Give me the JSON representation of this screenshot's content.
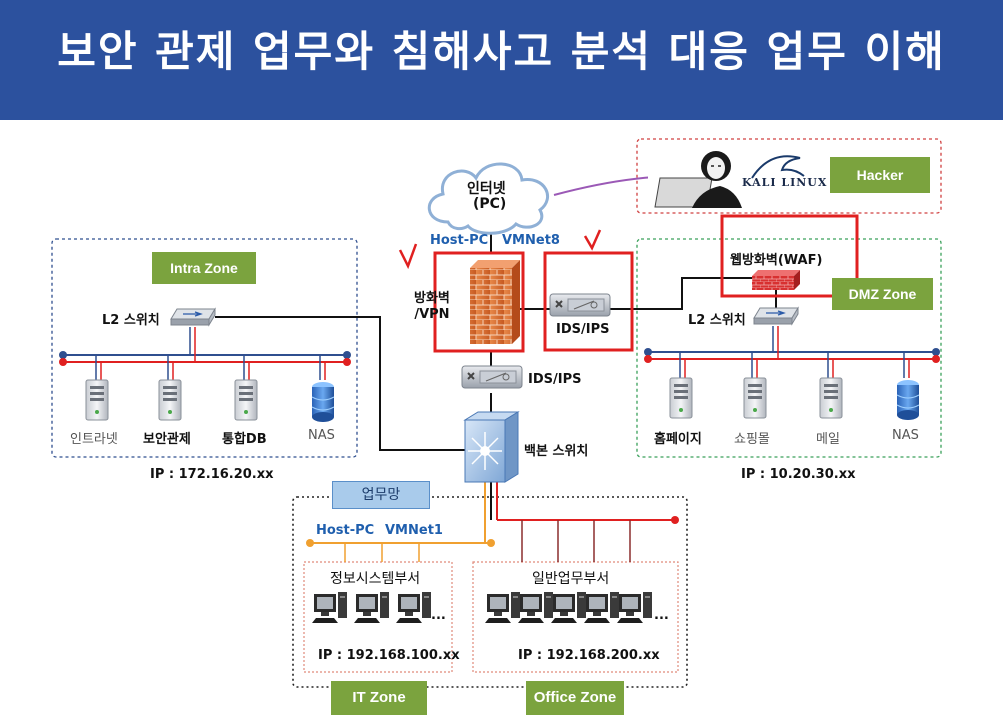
{
  "header": {
    "title": "보안 관제 업무와 침해사고 분석 대응 업무 이해"
  },
  "internet": {
    "line1": "인터넷",
    "line2": "(PC)"
  },
  "host_top": {
    "host": "Host-PC",
    "vmnet": "VMNet8"
  },
  "hacker": {
    "kali": "KALI LINUX",
    "tag": "Hacker"
  },
  "intra": {
    "zone": "Intra Zone",
    "switch": "L2 스위치",
    "servers": [
      "인트라넷",
      "보안관제",
      "통합DB",
      "NAS"
    ],
    "ip": "IP : 172.16.20.xx"
  },
  "core": {
    "firewall": "방화벽\n/VPN",
    "ids_right": "IDS/IPS",
    "ids_mid": "IDS/IPS",
    "backbone": "백본 스위치"
  },
  "dmz": {
    "waf": "웹방화벽(WAF)",
    "zone": "DMZ Zone",
    "switch": "L2 스위치",
    "servers": [
      "홈페이지",
      "쇼핑몰",
      "메일",
      "NAS"
    ],
    "ip": "IP : 10.20.30.xx"
  },
  "work": {
    "tag": "업무망",
    "host": "Host-PC",
    "vmnet": "VMNet1",
    "it_dept": "정보시스템부서",
    "office_dept": "일반업무부서",
    "it_ip": "IP : 192.168.100.xx",
    "office_ip": "IP : 192.168.200.xx",
    "ellipsis": "...",
    "it_zone": "IT Zone",
    "office_zone": "Office Zone"
  },
  "colors": {
    "header": "#2C519E",
    "zone_green": "#7BA33E",
    "annotation_red": "#E02020",
    "intra_border": "#2F4F8F",
    "dmz_border": "#3AA05A",
    "hacker_border": "#D04040",
    "link_orange": "#F0A030",
    "host_blue": "#1F5FAE"
  }
}
